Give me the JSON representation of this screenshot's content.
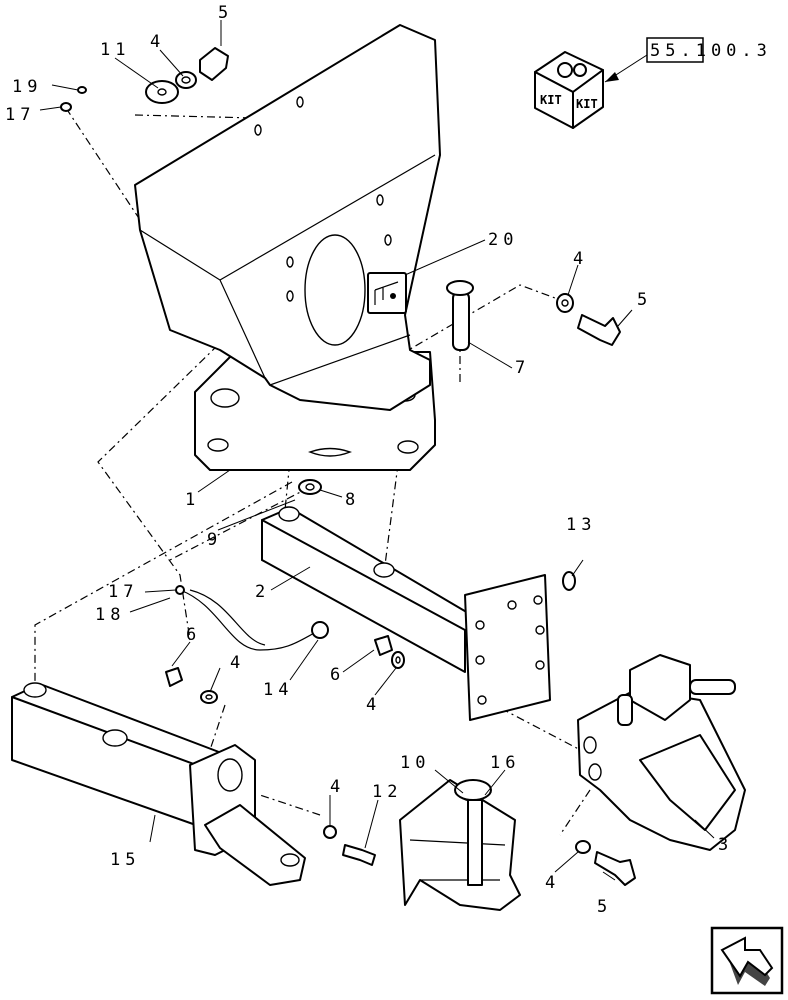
{
  "reference_box": "55.100.3",
  "kit_labels": [
    "KIT",
    "KIT"
  ],
  "callouts": [
    {
      "id": "c5a",
      "text": "5"
    },
    {
      "id": "c11",
      "text": "11"
    },
    {
      "id": "c4a",
      "text": "4"
    },
    {
      "id": "c19",
      "text": "19"
    },
    {
      "id": "c17a",
      "text": "17"
    },
    {
      "id": "c20",
      "text": "20"
    },
    {
      "id": "c4b",
      "text": "4"
    },
    {
      "id": "c5b",
      "text": "5"
    },
    {
      "id": "c7",
      "text": "7"
    },
    {
      "id": "c1",
      "text": "1"
    },
    {
      "id": "c8",
      "text": "8"
    },
    {
      "id": "c9",
      "text": "9"
    },
    {
      "id": "c13",
      "text": "13"
    },
    {
      "id": "c2",
      "text": "2"
    },
    {
      "id": "c17b",
      "text": "17"
    },
    {
      "id": "c18",
      "text": "18"
    },
    {
      "id": "c6a",
      "text": "6"
    },
    {
      "id": "c4c",
      "text": "4"
    },
    {
      "id": "c14",
      "text": "14"
    },
    {
      "id": "c6b",
      "text": "6"
    },
    {
      "id": "c4d",
      "text": "4"
    },
    {
      "id": "c10",
      "text": "10"
    },
    {
      "id": "c16",
      "text": "16"
    },
    {
      "id": "c4e",
      "text": "4"
    },
    {
      "id": "c12",
      "text": "12"
    },
    {
      "id": "c15",
      "text": "15"
    },
    {
      "id": "c3",
      "text": "3"
    },
    {
      "id": "c4f",
      "text": "4"
    },
    {
      "id": "c5c",
      "text": "5"
    }
  ]
}
